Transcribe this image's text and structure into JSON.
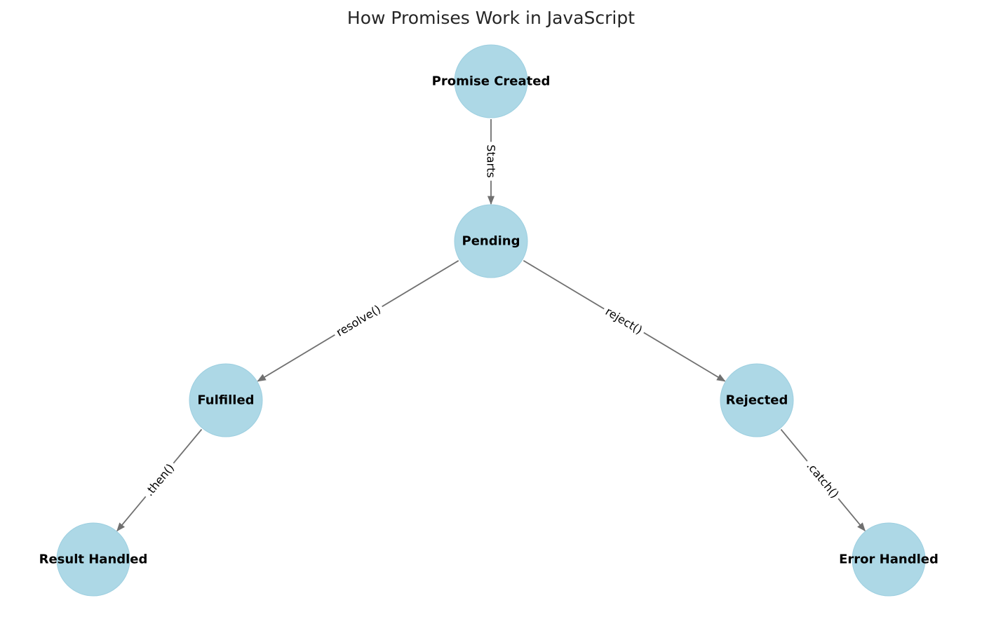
{
  "title": "How Promises Work in JavaScript",
  "colors": {
    "node_fill": "#add8e6",
    "edge": "#707070",
    "text": "#000000"
  },
  "nodes": [
    {
      "id": "created",
      "label": "Promise Created"
    },
    {
      "id": "pending",
      "label": "Pending"
    },
    {
      "id": "fulfilled",
      "label": "Fulfilled"
    },
    {
      "id": "rejected",
      "label": "Rejected"
    },
    {
      "id": "result",
      "label": "Result Handled"
    },
    {
      "id": "error",
      "label": "Error Handled"
    }
  ],
  "edges": [
    {
      "from": "created",
      "to": "pending",
      "label": "Starts"
    },
    {
      "from": "pending",
      "to": "fulfilled",
      "label": "resolve()"
    },
    {
      "from": "pending",
      "to": "rejected",
      "label": "reject()"
    },
    {
      "from": "fulfilled",
      "to": "result",
      "label": ".then()"
    },
    {
      "from": "rejected",
      "to": "error",
      "label": ".catch()"
    }
  ]
}
